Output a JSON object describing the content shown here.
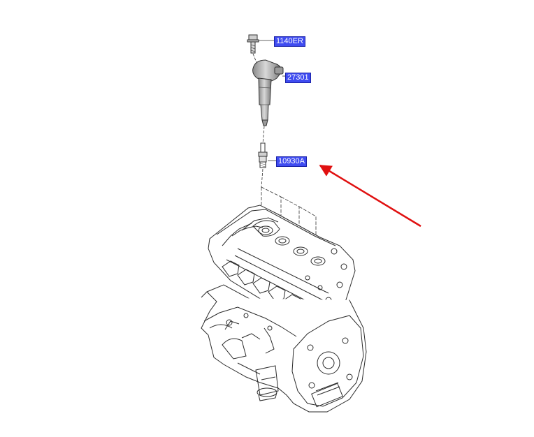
{
  "parts": [
    {
      "id": "bolt",
      "label": "1140ER"
    },
    {
      "id": "ignition-coil",
      "label": "27301"
    },
    {
      "id": "spark-plug",
      "label": "10930A"
    }
  ],
  "colors": {
    "label_bg": "#3f4cf0",
    "label_text": "#ffffff",
    "arrow": "#e01010",
    "line": "#333333",
    "coil_fill": "#b5b5b5"
  },
  "icons": {
    "bolt": "bolt-icon",
    "coil": "ignition-coil-icon",
    "plug": "spark-plug-icon",
    "engine": "engine-block-drawing"
  }
}
